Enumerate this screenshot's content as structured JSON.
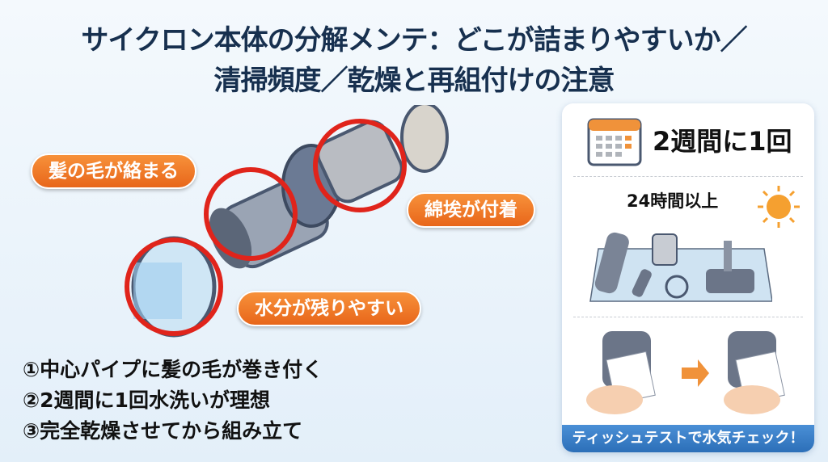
{
  "title": {
    "line1": "サイクロン本体の分解メンテ：どこが詰まりやすいか／",
    "line2": "清掃頻度／乾燥と再組付けの注意"
  },
  "callouts": {
    "hair": "髪の毛が絡まる",
    "dust": "綿埃が付着",
    "moisture": "水分が残りやすい"
  },
  "points": [
    "①中心パイプに髪の毛が巻き付く",
    "②2週間に1回水洗いが理想",
    "③完全乾燥させてから組み立て"
  ],
  "panel": {
    "frequency": "2週間に1回",
    "drying_time": "24時間以上",
    "banner": "ティッシュテストで水気チェック！"
  },
  "colors": {
    "accent": "#f07b25",
    "title": "#17304f",
    "highlight": "#e0241b",
    "banner": "#2c6fb8"
  }
}
